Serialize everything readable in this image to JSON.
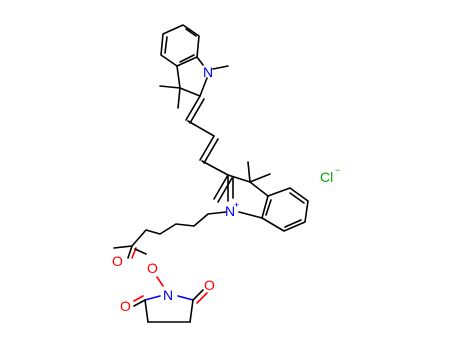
{
  "colors": {
    "carbon_bond": "#000000",
    "nitrogen": "#0000ff",
    "oxygen": "#ff0000",
    "chlorine": "#00aa00",
    "background": "#ffffff"
  },
  "atoms": {
    "n_top": "N",
    "n_cation": "N",
    "n_cation_charge": "+",
    "n_succinimide": "N",
    "o_ester_link": "O",
    "o_ester_carbonyl": "O",
    "o_imide_left": "O",
    "o_imide_right": "O",
    "chloride": "Cl",
    "chloride_charge": "−"
  }
}
